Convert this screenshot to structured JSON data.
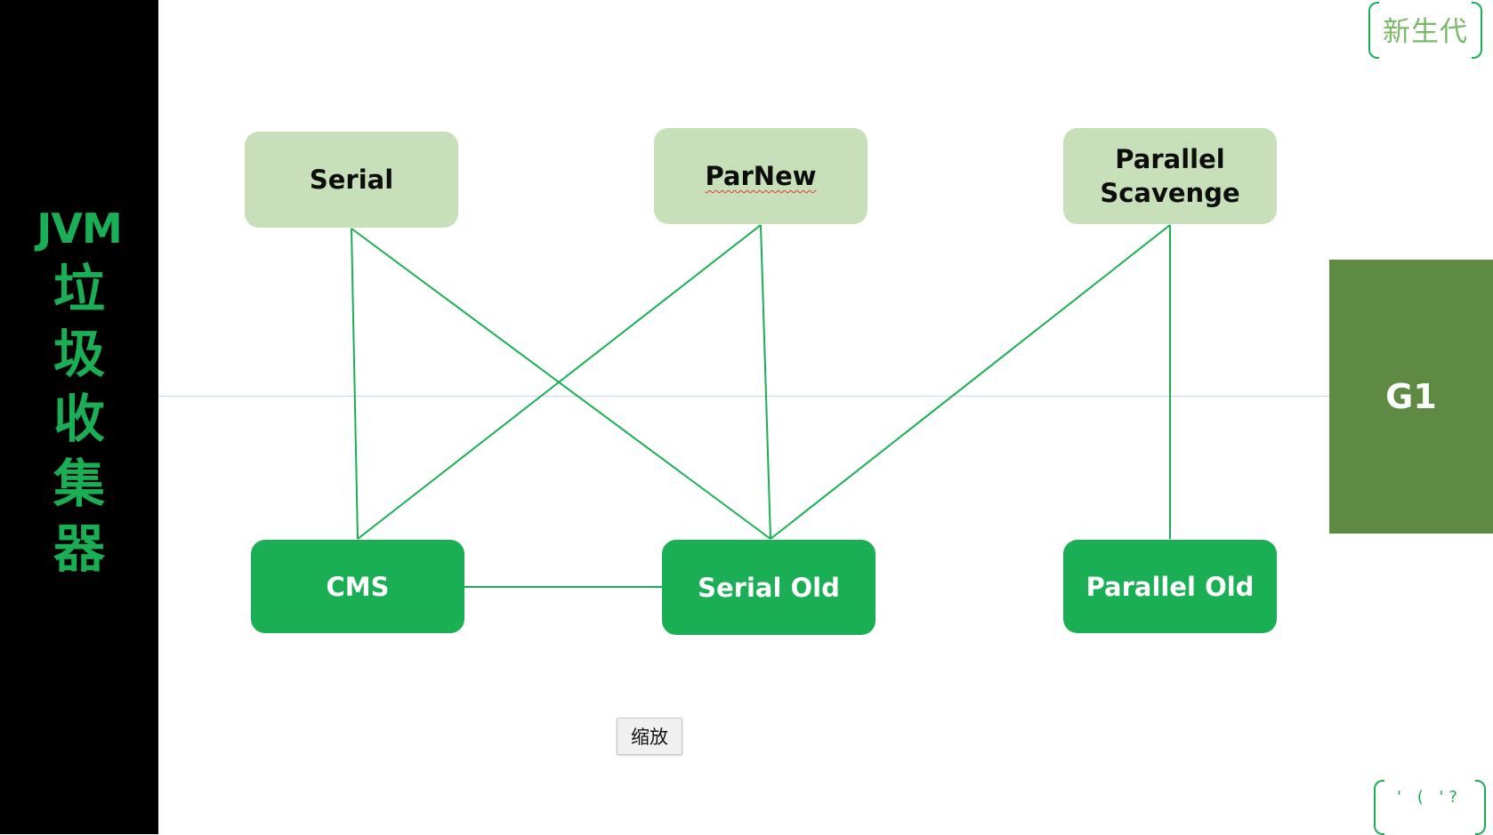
{
  "sidebar": {
    "title_latin": "JVM",
    "title_cjk": [
      "垃",
      "圾",
      "收",
      "集",
      "器"
    ]
  },
  "young_label": "新生代",
  "old_label": "' ( '?",
  "collectors": {
    "serial": "Serial",
    "parnew": "ParNew",
    "parallel_scavenge_1": "Parallel",
    "parallel_scavenge_2": "Scavenge",
    "cms": "CMS",
    "serial_old": "Serial Old",
    "parallel_old": "Parallel Old",
    "g1": "G1"
  },
  "zoom_button": "缩放",
  "colors": {
    "young_box": "#c8e0b9",
    "old_box": "#1aaf54",
    "g1_box": "#5f8a44",
    "link": "#1aaf54",
    "sidebar_bg": "#000000"
  }
}
